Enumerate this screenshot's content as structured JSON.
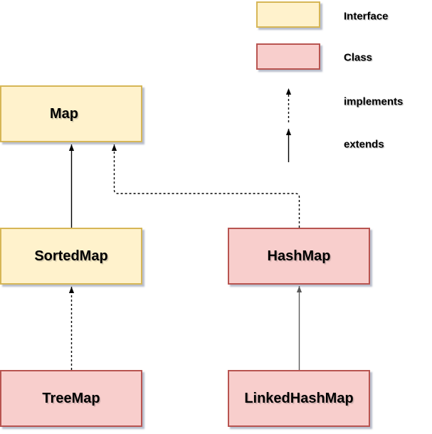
{
  "nodes": {
    "map": {
      "label": "Map",
      "type": "interface"
    },
    "sorted_map": {
      "label": "SortedMap",
      "type": "interface"
    },
    "hash_map": {
      "label": "HashMap",
      "type": "class"
    },
    "tree_map": {
      "label": "TreeMap",
      "type": "class"
    },
    "linked_hash_map": {
      "label": "LinkedHashMap",
      "type": "class"
    }
  },
  "edges": [
    {
      "from": "SortedMap",
      "to": "Map",
      "relation": "extends",
      "style": "solid",
      "color": "#000000"
    },
    {
      "from": "HashMap",
      "to": "Map",
      "relation": "implements",
      "style": "dashed",
      "color": "#000000"
    },
    {
      "from": "TreeMap",
      "to": "SortedMap",
      "relation": "implements",
      "style": "dashed",
      "color": "#000000"
    },
    {
      "from": "LinkedHashMap",
      "to": "HashMap",
      "relation": "extends",
      "style": "solid",
      "color": "#595959"
    }
  ],
  "legend": {
    "interface_label": "Interface",
    "class_label": "Class",
    "implements_label": "implements",
    "extends_label": "extends"
  },
  "colors": {
    "background": "#FFFFFF",
    "interface_fill": "#FFF2CC",
    "interface_border": "#D6B656",
    "class_fill": "#F8CECC",
    "class_border": "#B85450",
    "edge_black": "#000000",
    "edge_gray": "#595959"
  }
}
